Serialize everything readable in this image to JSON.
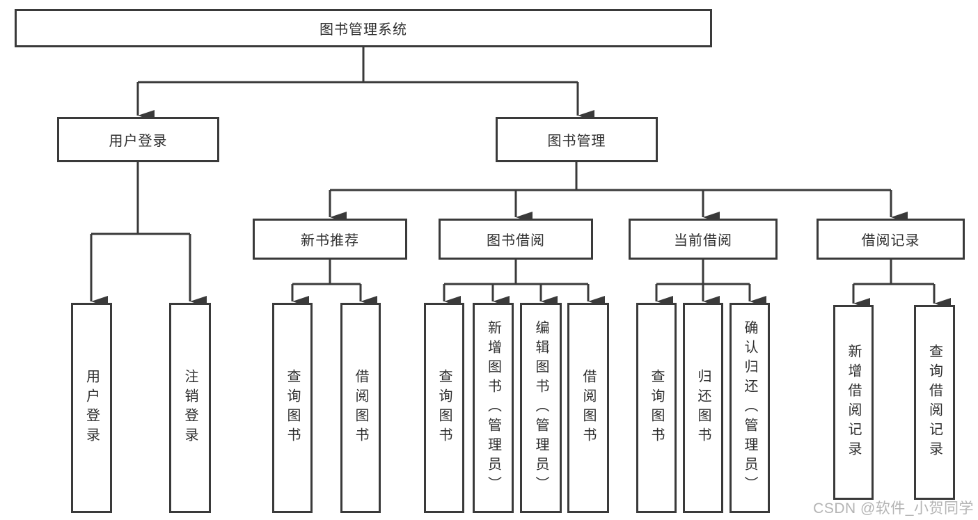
{
  "diagram": {
    "type": "tree",
    "tree": {
      "root": "图书管理系统",
      "level2": [
        {
          "label": "用户登录"
        },
        {
          "label": "图书管理"
        }
      ],
      "level3": [
        {
          "label": "新书推荐"
        },
        {
          "label": "图书借阅"
        },
        {
          "label": "当前借阅"
        },
        {
          "label": "借阅记录"
        }
      ],
      "leaves": [
        {
          "label": "用户登录"
        },
        {
          "label": "注销登录"
        },
        {
          "label": "查询图书"
        },
        {
          "label": "借阅图书"
        },
        {
          "label": "查询图书"
        },
        {
          "label": "新增图书（管理员）"
        },
        {
          "label": "编辑图书（管理员）"
        },
        {
          "label": "借阅图书"
        },
        {
          "label": "查询图书"
        },
        {
          "label": "归还图书"
        },
        {
          "label": "确认归还（管理员）"
        },
        {
          "label": "新增借阅记录"
        },
        {
          "label": "查询借阅记录"
        }
      ]
    },
    "colors": {
      "line": "#3a3a3a",
      "text": "#2f2f2f",
      "box_background": "#ffffff",
      "watermark": "#b4b4b4"
    },
    "watermark": {
      "text": "CSDN @软件_小贺同学"
    }
  }
}
